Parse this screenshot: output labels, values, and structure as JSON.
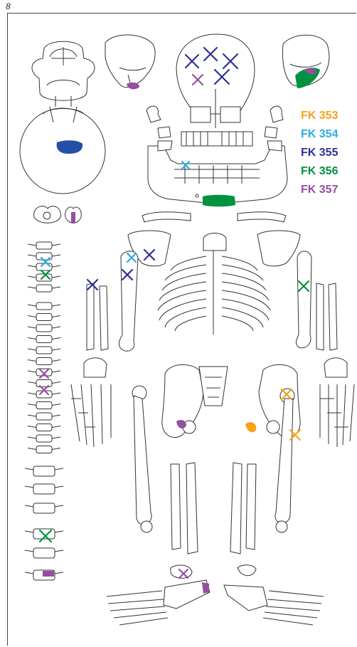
{
  "page_number": "8",
  "legend": [
    {
      "label": "FK 353",
      "color": "#F7A21B"
    },
    {
      "label": "FK 354",
      "color": "#29ABE2"
    },
    {
      "label": "FK 355",
      "color": "#2E3192"
    },
    {
      "label": "FK 356",
      "color": "#00923F"
    },
    {
      "label": "FK 357",
      "color": "#93509E"
    }
  ]
}
